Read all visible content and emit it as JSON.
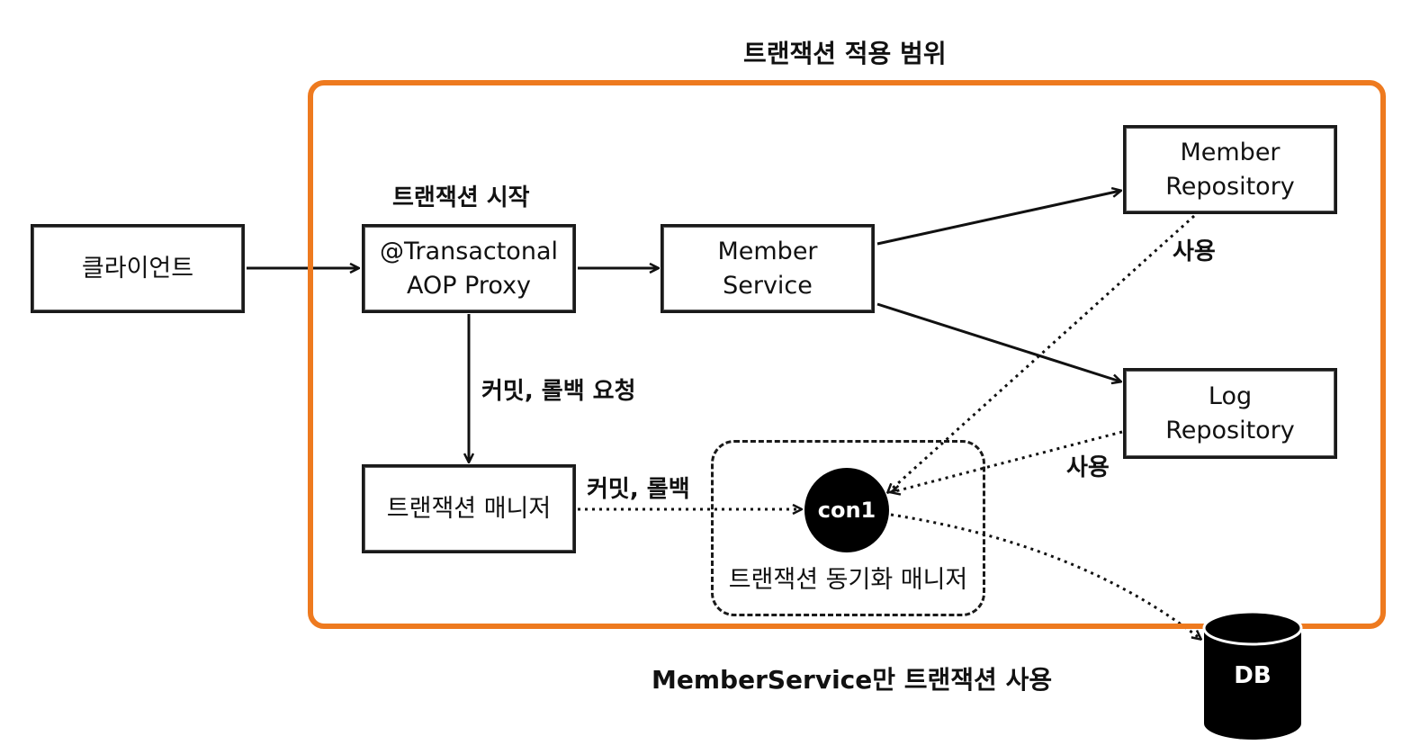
{
  "labels": {
    "scope_title": "트랜잭션 적용 범위",
    "tx_start": "트랜잭션 시작",
    "commit_rollback_request": "커밋, 롤백 요청",
    "commit_rollback": "커밋, 롤백",
    "use_member_repo": "사용",
    "use_log_repo": "사용",
    "footer": "MemberService만 트랜잭션 사용"
  },
  "nodes": {
    "client": "클라이언트",
    "aop_proxy": {
      "line1": "@Transactonal",
      "line2": "AOP Proxy"
    },
    "member_service": {
      "line1": "Member",
      "line2": "Service"
    },
    "member_repository": {
      "line1": "Member",
      "line2": "Repository"
    },
    "log_repository": {
      "line1": "Log",
      "line2": "Repository"
    },
    "tx_manager": "트랜잭션 매니저",
    "sync_manager": "트랜잭션 동기화 매니저",
    "connection": "con1",
    "db": "DB"
  },
  "colors": {
    "scope_frame": "#ee7a1f",
    "ink": "#111111",
    "connection_fill": "#000000"
  }
}
